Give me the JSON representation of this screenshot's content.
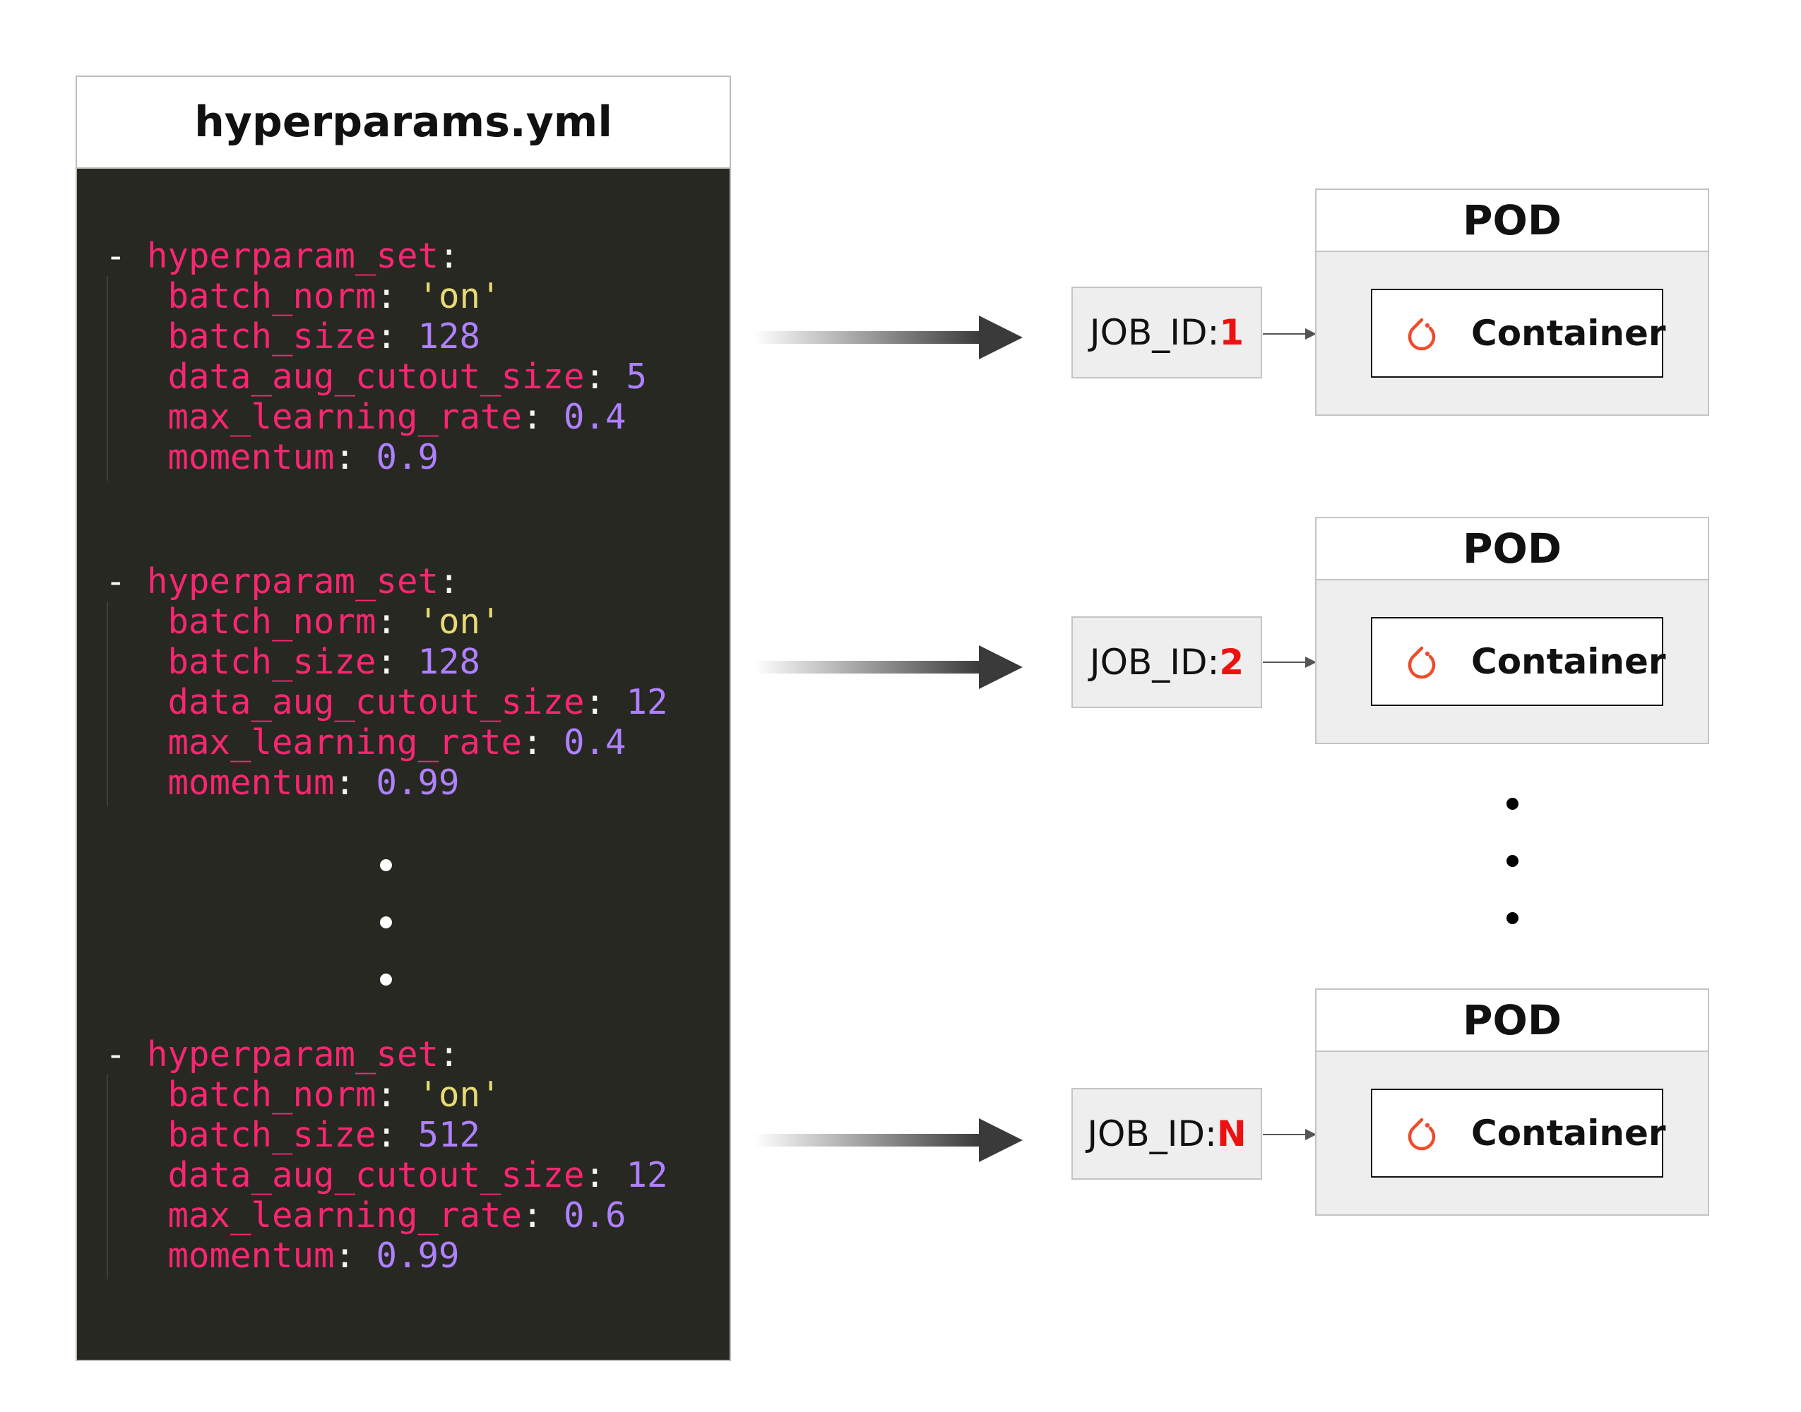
{
  "file": {
    "title": "hyperparams.yml",
    "sets": [
      {
        "dash": "-",
        "set_key": "hyperparam_set",
        "entries": [
          {
            "key": "batch_norm",
            "value": "'on'",
            "kind": "str"
          },
          {
            "key": "batch_size",
            "value": "128",
            "kind": "num"
          },
          {
            "key": "data_aug_cutout_size",
            "value": "5",
            "kind": "num"
          },
          {
            "key": "max_learning_rate",
            "value": "0.4",
            "kind": "num"
          },
          {
            "key": "momentum",
            "value": "0.9",
            "kind": "num"
          }
        ]
      },
      {
        "dash": "-",
        "set_key": "hyperparam_set",
        "entries": [
          {
            "key": "batch_norm",
            "value": "'on'",
            "kind": "str"
          },
          {
            "key": "batch_size",
            "value": "128",
            "kind": "num"
          },
          {
            "key": "data_aug_cutout_size",
            "value": "12",
            "kind": "num"
          },
          {
            "key": "max_learning_rate",
            "value": "0.4",
            "kind": "num"
          },
          {
            "key": "momentum",
            "value": "0.99",
            "kind": "num"
          }
        ]
      },
      {
        "dash": "-",
        "set_key": "hyperparam_set",
        "entries": [
          {
            "key": "batch_norm",
            "value": "'on'",
            "kind": "str"
          },
          {
            "key": "batch_size",
            "value": "512",
            "kind": "num"
          },
          {
            "key": "data_aug_cutout_size",
            "value": "12",
            "kind": "num"
          },
          {
            "key": "max_learning_rate",
            "value": "0.6",
            "kind": "num"
          },
          {
            "key": "momentum",
            "value": "0.99",
            "kind": "num"
          }
        ]
      }
    ]
  },
  "jobs": [
    {
      "prefix": "JOB_ID:",
      "id": "1",
      "pod_title": "POD",
      "container_label": "Container",
      "container_icon": "pytorch-icon"
    },
    {
      "prefix": "JOB_ID:",
      "id": "2",
      "pod_title": "POD",
      "container_label": "Container",
      "container_icon": "pytorch-icon"
    },
    {
      "prefix": "JOB_ID:",
      "id": "N",
      "pod_title": "POD",
      "container_label": "Container",
      "container_icon": "pytorch-icon"
    }
  ],
  "colors": {
    "code_background": "#272822",
    "yaml_key": "#f92672",
    "yaml_string": "#e6db74",
    "yaml_number": "#ae81ff",
    "job_id_accent": "#ee1111",
    "pytorch_icon": "#ee4c2c",
    "pod_fill": "#eeeeee"
  }
}
